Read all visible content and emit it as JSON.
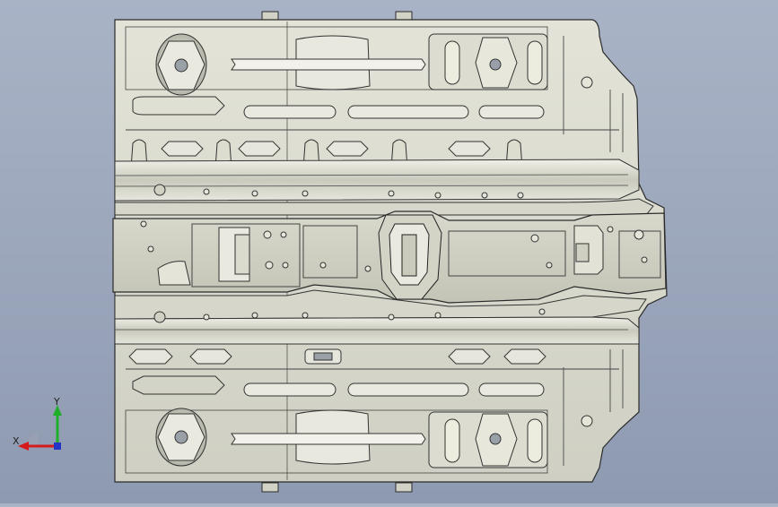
{
  "viewport": {
    "background_top": "#a9b3c6",
    "background_bottom": "#8e9ab1",
    "model_fill": "#d9d9cd",
    "model_shade": "#bfc0b2",
    "model_edge": "#2b2b2b"
  },
  "triad": {
    "x_label": "X",
    "y_label": "Y",
    "x_color": "#d51b1b",
    "y_color": "#1fae2a",
    "z_color": "#2235c7",
    "icon": "view-orientation-triad"
  }
}
